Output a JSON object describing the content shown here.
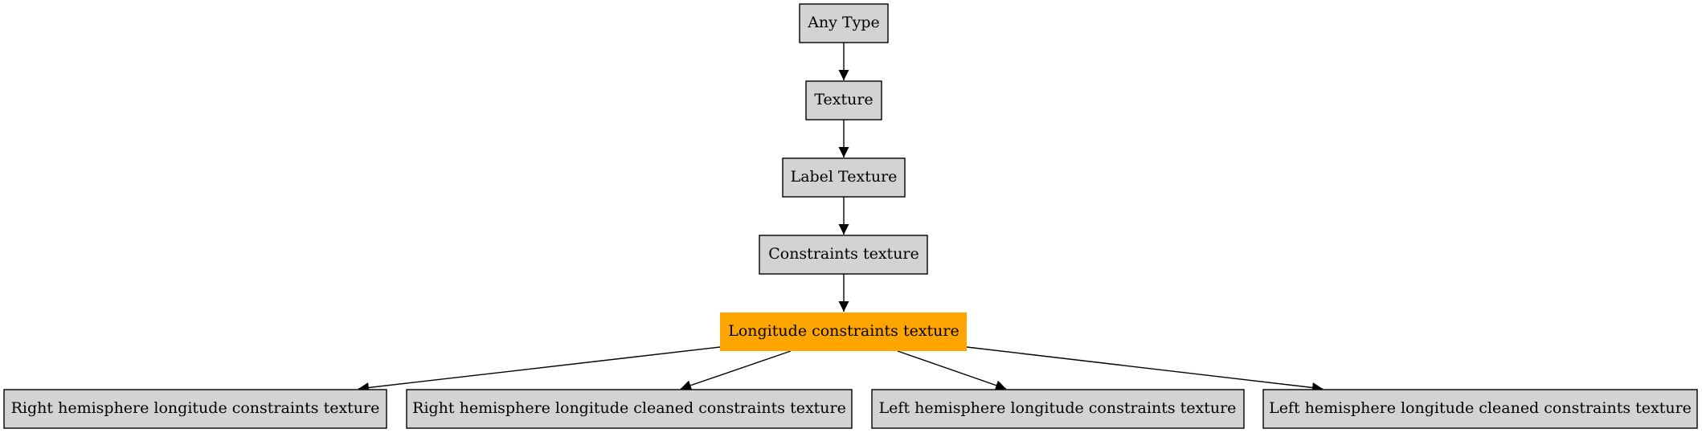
{
  "colors": {
    "node_fill": "#d3d3d3",
    "node_stroke": "#000000",
    "highlight_fill": "#ffa500",
    "edge": "#000000",
    "background": "#ffffff"
  },
  "nodes": {
    "any_type": "Any Type",
    "texture": "Texture",
    "label_texture": "Label Texture",
    "constraints_texture": "Constraints texture",
    "longitude_constraints_texture": "Longitude constraints texture",
    "right_hemisphere_longitude_constraints_texture": "Right hemisphere longitude constraints texture",
    "right_hemisphere_longitude_cleaned_constraints_texture": "Right hemisphere longitude cleaned constraints texture",
    "left_hemisphere_longitude_constraints_texture": "Left hemisphere longitude constraints texture",
    "left_hemisphere_longitude_cleaned_constraints_texture": "Left hemisphere longitude cleaned constraints texture"
  },
  "highlighted_node": "longitude_constraints_texture",
  "edges": [
    [
      "any_type",
      "texture"
    ],
    [
      "texture",
      "label_texture"
    ],
    [
      "label_texture",
      "constraints_texture"
    ],
    [
      "constraints_texture",
      "longitude_constraints_texture"
    ],
    [
      "longitude_constraints_texture",
      "right_hemisphere_longitude_constraints_texture"
    ],
    [
      "longitude_constraints_texture",
      "right_hemisphere_longitude_cleaned_constraints_texture"
    ],
    [
      "longitude_constraints_texture",
      "left_hemisphere_longitude_constraints_texture"
    ],
    [
      "longitude_constraints_texture",
      "left_hemisphere_longitude_cleaned_constraints_texture"
    ]
  ]
}
